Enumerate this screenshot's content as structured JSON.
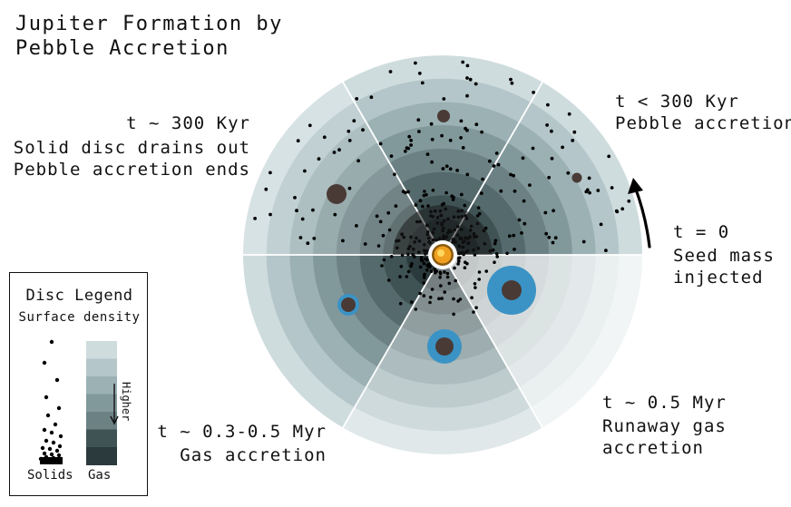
{
  "title_line1": "Jupiter Formation by",
  "title_line2": "Pebble Accretion",
  "stages": {
    "t300": {
      "time": "t ~ 300 Kyr",
      "line1": "Solid disc drains out",
      "line2": "Pebble accretion ends"
    },
    "tlt300": {
      "time": "t < 300 Kyr",
      "line1": "Pebble accretion"
    },
    "t0": {
      "time": "t = 0",
      "line1": "Seed mass",
      "line2": "injected"
    },
    "t05": {
      "time": "t ~ 0.5 Myr",
      "line1": "Runaway gas",
      "line2": "accretion"
    },
    "t0305": {
      "time": "t ~ 0.3-0.5 Myr",
      "line1": "Gas accretion"
    }
  },
  "legend": {
    "title": "Disc Legend",
    "subtitle": "Surface density",
    "arrow_label": "Higher",
    "solids_label": "Solids",
    "gas_label": "Gas"
  },
  "colors": {
    "ring_shades": [
      "#cfdcde",
      "#b4c6c9",
      "#9bb1b4",
      "#82999c",
      "#6b8184",
      "#556a6d",
      "#3f5254",
      "#2b3a3c"
    ],
    "gas_blue": "#3b93c5",
    "planet_core": "#4a3a35",
    "sun_orange": "#f0a020"
  }
}
